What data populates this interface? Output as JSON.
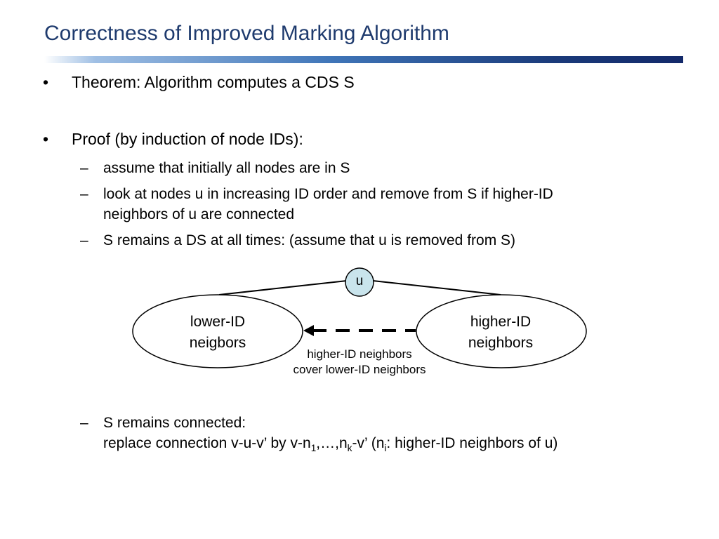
{
  "slide": {
    "title": "Correctness of Improved Marking Algorithm"
  },
  "bullets": [
    {
      "mark": "•",
      "text": "Theorem: Algorithm computes a CDS S"
    },
    {
      "mark": "•",
      "text": "Proof (by induction of node IDs):"
    }
  ],
  "sub_bullets": [
    {
      "mark": "–",
      "text": "assume that initially all nodes are in S"
    },
    {
      "mark": "–",
      "line1": "look at nodes u in increasing ID order and remove from S if higher-ID",
      "line2": "neighbors of u are connected"
    },
    {
      "mark": "–",
      "text": "S remains a DS at all times: (assume that u is removed from S)"
    },
    {
      "mark": "–",
      "line1": "S remains connected:",
      "line2_a": "replace connection v-u-v’ by v-n",
      "line2_sub1": "1",
      "line2_b": ",…,n",
      "line2_subk": "k",
      "line2_c": "-v’ (n",
      "line2_subi": "i",
      "line2_d": ": higher-ID neighbors of u)"
    }
  ],
  "diagram": {
    "node_u": "u",
    "left_ellipse": {
      "line1": "lower-ID",
      "line2": "neigbors"
    },
    "right_ellipse": {
      "line1": "higher-ID",
      "line2": "neighbors"
    },
    "arrow_caption": {
      "line1": "higher-ID neighbors",
      "line2": "cover lower-ID neighbors"
    },
    "node_fill": "#c9e4ec"
  },
  "colors": {
    "title": "#1f3b6e",
    "bar_dark": "#13296a"
  }
}
